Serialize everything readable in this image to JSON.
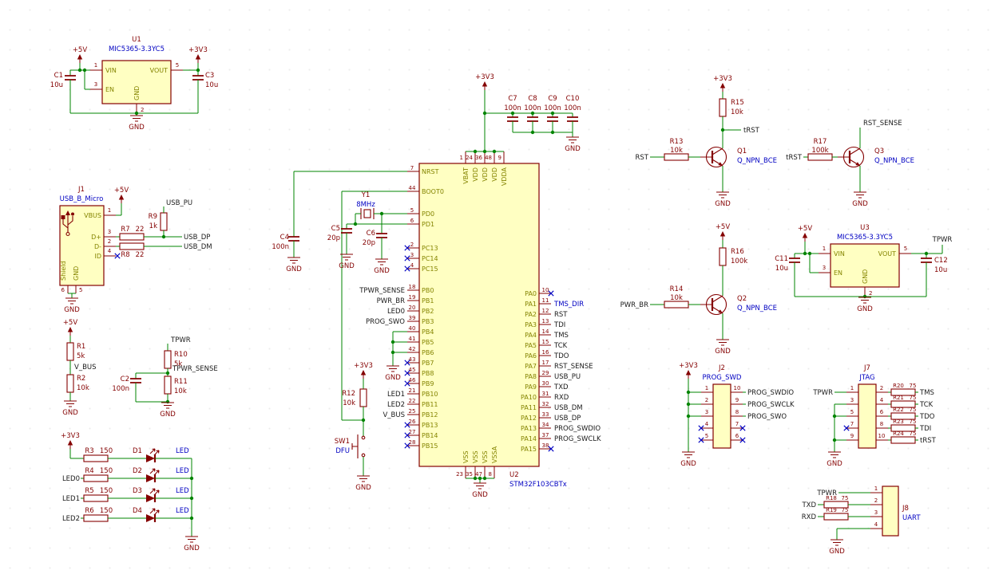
{
  "app": {
    "name": "schematic-editor-canvas"
  },
  "colors": {
    "wire": "#008400",
    "symbol_outline": "#840000",
    "symbol_fill": "#ffffc2",
    "pin_name": "#848400",
    "pin_number": "#840000",
    "reference": "#840000",
    "device_value": "#0000c2",
    "net_label": "#1a1a1a",
    "no_connect": "#0000c2"
  },
  "power": {
    "p5v": "+5V",
    "p3v3": "+3V3",
    "gnd": "GND"
  },
  "nets": {
    "usb_pu": "USB_PU",
    "usb_dp": "USB_DP",
    "usb_dm": "USB_DM",
    "v_bus": "V_BUS",
    "tpwr": "TPWR",
    "tpwr_sense": "TPWR_SENSE",
    "pwr_br": "PWR_BR",
    "led0": "LED0",
    "led1": "LED1",
    "led2": "LED2",
    "prog_swo": "PROG_SWO",
    "prog_swdio": "PROG_SWDIO",
    "prog_swclk": "PROG_SWCLK",
    "rst": "RST",
    "trst": "tRST",
    "rst_sense": "RST_SENSE",
    "tms_dir": "TMS_DIR",
    "tms": "TMS",
    "tck": "TCK",
    "tdo": "TDO",
    "tdi": "TDI",
    "txd": "TXD",
    "rxd": "RXD"
  },
  "components": {
    "u1": {
      "ref": "U1",
      "value": "MIC5365-3.3YC5",
      "pins": {
        "vin": {
          "num": "1",
          "name": "VIN"
        },
        "en": {
          "num": "3",
          "name": "EN"
        },
        "vout": {
          "num": "5",
          "name": "VOUT"
        },
        "gnd": {
          "num": "2",
          "name": "GND"
        }
      }
    },
    "u3": {
      "ref": "U3",
      "value": "MIC5365-3.3YC5",
      "pins": {
        "vin": {
          "num": "1",
          "name": "VIN"
        },
        "en": {
          "num": "3",
          "name": "EN"
        },
        "vout": {
          "num": "5",
          "name": "VOUT"
        },
        "gnd": {
          "num": "2",
          "name": "GND"
        }
      }
    },
    "c1": {
      "ref": "C1",
      "value": "10u"
    },
    "c2": {
      "ref": "C2",
      "value": "100n"
    },
    "c3": {
      "ref": "C3",
      "value": "10u"
    },
    "c4": {
      "ref": "C4",
      "value": "100n"
    },
    "c5": {
      "ref": "C5",
      "value": "20p"
    },
    "c6": {
      "ref": "C6",
      "value": "20p"
    },
    "c11": {
      "ref": "C11",
      "value": "10u"
    },
    "c12": {
      "ref": "C12",
      "value": "10u"
    },
    "r1": {
      "ref": "R1",
      "value": "5k"
    },
    "r2": {
      "ref": "R2",
      "value": "10k"
    },
    "r7": {
      "ref": "R7",
      "value": "22"
    },
    "r8": {
      "ref": "R8",
      "value": "22"
    },
    "r9": {
      "ref": "R9",
      "value": "1k"
    },
    "r10": {
      "ref": "R10",
      "value": "5k"
    },
    "r11": {
      "ref": "R11",
      "value": "10k"
    },
    "r12": {
      "ref": "R12",
      "value": "10k"
    },
    "r13": {
      "ref": "R13",
      "value": "10k"
    },
    "r14": {
      "ref": "R14",
      "value": "10k"
    },
    "r15": {
      "ref": "R15",
      "value": "10k"
    },
    "r16": {
      "ref": "R16",
      "value": "100k"
    },
    "r17": {
      "ref": "R17",
      "value": "100k"
    },
    "y1": {
      "ref": "Y1",
      "value": "8MHz"
    },
    "sw1": {
      "ref": "SW1",
      "value": "DFU"
    },
    "q1": {
      "ref": "Q1",
      "value": "Q_NPN_BCE"
    },
    "q2": {
      "ref": "Q2",
      "value": "Q_NPN_BCE"
    },
    "q3": {
      "ref": "Q3",
      "value": "Q_NPN_BCE"
    },
    "j1": {
      "ref": "J1",
      "value": "USB_B_Micro",
      "pins": {
        "vbus": {
          "num": "1",
          "name": "VBUS"
        },
        "dp": {
          "num": "3",
          "name": "D+"
        },
        "dm": {
          "num": "2",
          "name": "D-"
        },
        "id": {
          "num": "4",
          "name": "ID"
        },
        "gnd": {
          "num": "5",
          "name": "GND"
        },
        "shield": {
          "num": "6",
          "name": "Shield"
        }
      }
    }
  },
  "leds": {
    "rows": [
      {
        "res_ref": "R3",
        "res_value": "150",
        "diode_ref": "D1",
        "diode_value": "LED"
      },
      {
        "net": "led0",
        "res_ref": "R4",
        "res_value": "150",
        "diode_ref": "D2",
        "diode_value": "LED"
      },
      {
        "net": "led1",
        "res_ref": "R5",
        "res_value": "150",
        "diode_ref": "D3",
        "diode_value": "LED"
      },
      {
        "net": "led2",
        "res_ref": "R6",
        "res_value": "150",
        "diode_ref": "D4",
        "diode_value": "LED"
      }
    ]
  },
  "decoupling": {
    "caps": [
      {
        "ref": "C7",
        "value": "100n"
      },
      {
        "ref": "C8",
        "value": "100n"
      },
      {
        "ref": "C9",
        "value": "100n"
      },
      {
        "ref": "C10",
        "value": "100n"
      }
    ]
  },
  "mcu": {
    "ref": "U2",
    "value": "STM32F103CBTx",
    "left": [
      {
        "name": "NRST",
        "num": "7"
      },
      {
        "name": "BOOT0",
        "num": "44"
      },
      {
        "name": "PD0",
        "num": "5"
      },
      {
        "name": "PD1",
        "num": "6"
      },
      {
        "name": "PC13",
        "num": "2",
        "nc": true
      },
      {
        "name": "PC14",
        "num": "3",
        "nc": true
      },
      {
        "name": "PC15",
        "num": "4",
        "nc": true
      },
      {
        "name": "PB0",
        "num": "18",
        "net": "tpwr_sense"
      },
      {
        "name": "PB1",
        "num": "19",
        "net": "pwr_br"
      },
      {
        "name": "PB2",
        "num": "20",
        "net": "led0"
      },
      {
        "name": "PB3",
        "num": "39",
        "net": "prog_swo"
      },
      {
        "name": "PB4",
        "num": "40"
      },
      {
        "name": "PB5",
        "num": "41"
      },
      {
        "name": "PB6",
        "num": "42"
      },
      {
        "name": "PB7",
        "num": "43",
        "nc": true
      },
      {
        "name": "PB8",
        "num": "45",
        "nc": true
      },
      {
        "name": "PB9",
        "num": "46",
        "nc": true
      },
      {
        "name": "PB10",
        "num": "21",
        "net": "led1"
      },
      {
        "name": "PB11",
        "num": "22",
        "net": "led2"
      },
      {
        "name": "PB12",
        "num": "25",
        "net": "v_bus"
      },
      {
        "name": "PB13",
        "num": "26",
        "nc": true
      },
      {
        "name": "PB14",
        "num": "27",
        "nc": true
      },
      {
        "name": "PB15",
        "num": "28",
        "nc": true
      }
    ],
    "right": [
      {
        "name": "PA0",
        "num": "10",
        "nc": true
      },
      {
        "name": "PA1",
        "num": "11",
        "net": "tms_dir"
      },
      {
        "name": "PA2",
        "num": "12",
        "net": "rst"
      },
      {
        "name": "PA3",
        "num": "13",
        "net": "tdi"
      },
      {
        "name": "PA4",
        "num": "14",
        "net": "tms"
      },
      {
        "name": "PA5",
        "num": "15",
        "net": "tck"
      },
      {
        "name": "PA6",
        "num": "16",
        "net": "tdo"
      },
      {
        "name": "PA7",
        "num": "17",
        "net": "rst_sense"
      },
      {
        "name": "PA8",
        "num": "29",
        "net": "usb_pu"
      },
      {
        "name": "PA9",
        "num": "30",
        "net": "txd"
      },
      {
        "name": "PA10",
        "num": "31",
        "net": "rxd"
      },
      {
        "name": "PA11",
        "num": "32",
        "net": "usb_dm"
      },
      {
        "name": "PA12",
        "num": "33",
        "net": "usb_dp"
      },
      {
        "name": "PA13",
        "num": "34",
        "net": "prog_swdio"
      },
      {
        "name": "PA14",
        "num": "37",
        "net": "prog_swclk"
      },
      {
        "name": "PA15",
        "num": "38",
        "nc": true
      }
    ],
    "top": [
      {
        "name": "VBAT",
        "num": "1"
      },
      {
        "name": "VDD",
        "num": "24"
      },
      {
        "name": "VDD",
        "num": "36"
      },
      {
        "name": "VDD",
        "num": "48"
      },
      {
        "name": "VDDA",
        "num": "9"
      }
    ],
    "bottom": [
      {
        "name": "VSS",
        "num": "23"
      },
      {
        "name": "VSS",
        "num": "35"
      },
      {
        "name": "VSS",
        "num": "47"
      },
      {
        "name": "VSSA",
        "num": "8"
      }
    ]
  },
  "j2": {
    "ref": "J2",
    "value": "PROG_SWD",
    "left": [
      {
        "num": "1",
        "conn": true
      },
      {
        "num": "2",
        "conn": true
      },
      {
        "num": "3",
        "conn": true
      },
      {
        "num": "4",
        "nc": true
      },
      {
        "num": "5",
        "nc": true
      }
    ],
    "right": [
      {
        "num": "10",
        "net": "prog_swdio"
      },
      {
        "num": "9",
        "net": "prog_swclk"
      },
      {
        "num": "8",
        "net": "prog_swo"
      },
      {
        "num": "7",
        "nc": true
      },
      {
        "num": "6",
        "nc": true
      }
    ]
  },
  "j7": {
    "ref": "J7",
    "value": "JTAG",
    "left": [
      {
        "num": "1",
        "net": "tpwr"
      },
      {
        "num": "3",
        "conn": true
      },
      {
        "num": "5",
        "conn": true
      },
      {
        "num": "7",
        "nc": true
      },
      {
        "num": "9",
        "conn": true
      }
    ],
    "right": [
      {
        "num": "2",
        "res_ref": "R20",
        "res_value": "75",
        "net": "tms"
      },
      {
        "num": "4",
        "res_ref": "R21",
        "res_value": "75",
        "net": "tck"
      },
      {
        "num": "6",
        "res_ref": "R22",
        "res_value": "75",
        "net": "tdo"
      },
      {
        "num": "8",
        "res_ref": "R23",
        "res_value": "75",
        "net": "tdi"
      },
      {
        "num": "10",
        "res_ref": "R24",
        "res_value": "75",
        "net": "trst"
      }
    ]
  },
  "j8": {
    "ref": "J8",
    "value": "UART",
    "rows": [
      {
        "num": "1",
        "net": "tpwr"
      },
      {
        "num": "2",
        "res_ref": "R18",
        "res_value": "75",
        "net": "txd"
      },
      {
        "num": "3",
        "res_ref": "R19",
        "res_value": "75",
        "net": "rxd"
      },
      {
        "num": "4",
        "gnd": true
      }
    ]
  }
}
